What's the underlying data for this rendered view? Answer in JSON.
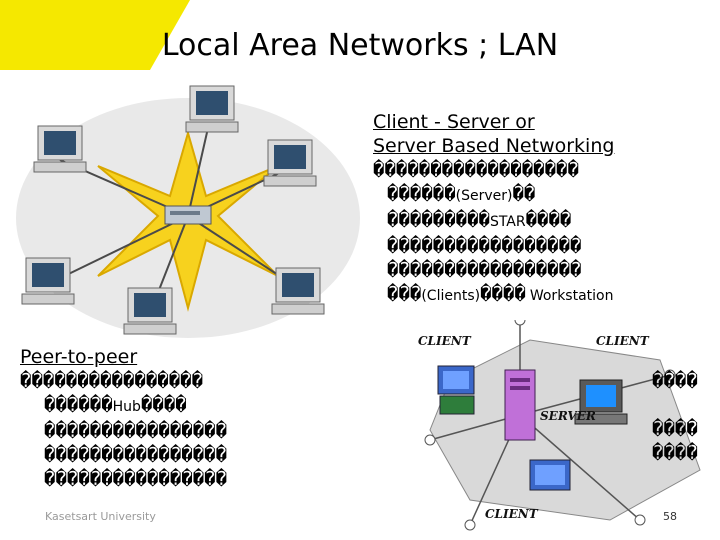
{
  "slide": {
    "title": "Local Area Networks ; LAN",
    "accent": "#f5e800",
    "client_server": {
      "heading1": "Client - Server or",
      "heading2": "Server Based Networking",
      "line1": "������������������",
      "line2_a": "������",
      "line2_b": "(Server)",
      "line2_c": "��",
      "line3_a": "���������",
      "line3_b": "STAR",
      "line3_c": "����",
      "line4": "�����������������",
      "line5": "�����������������",
      "line6_a": "���",
      "line6_b": "(Clients)",
      "line6_c": "����",
      "line6_d": "Workstation"
    },
    "peer": {
      "heading": "Peer-to-peer",
      "line1": "����������������",
      "line1_r": "����",
      "line2_a": "������",
      "line2_b": "Hub",
      "line2_c": "����",
      "line3": "����������������",
      "line3_r": "����",
      "line4": "����������������",
      "line4_r": "����",
      "line5": "����������������"
    },
    "diagram_labels": {
      "client_tl": "CLIENT",
      "client_tr": "CLIENT",
      "server": "SERVER",
      "client_bottom": "CLIENT"
    },
    "footer": "Kasetsart University",
    "page_number": "58"
  }
}
